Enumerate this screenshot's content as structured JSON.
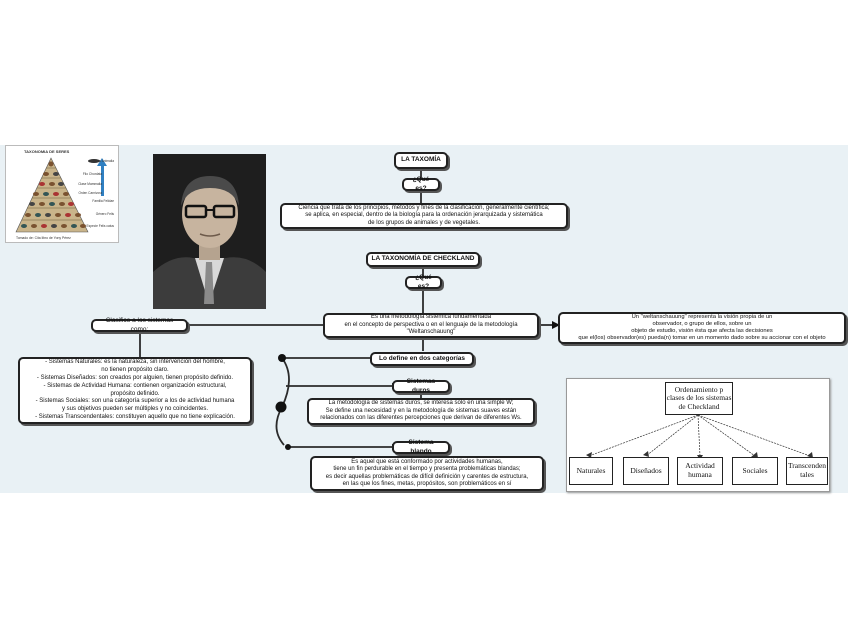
{
  "nodes": {
    "taxonomia": "LA TAXOMÍA",
    "que_es_1": "¿Qué es?",
    "definicion": "Ciencia que trata de los principios, métodos y fines de la clasificación, generalmente científica;\nse aplica, en especial, dentro de la biología para la ordenación jerarquizada y sistemática\nde los grupos de animales y de vegetales.",
    "taxonomia_checkland": "LA TAXONOMÍA DE CHECKLAND",
    "que_es_2": "¿Qué es?",
    "metodologia": "Es una metodología sistémica fundamentada\nen el concepto de perspectiva o en el lenguaje de la metodología\n\"Weltanschauung\"",
    "weltanschauung": "Un \"weltanschauung\" representa la visión propia de un\nobservador, o grupo de ellos, sobre un\nobjeto de estudio, visión ésta que afecta las decisiones\nque el(los) observador(es) pueda(n) tomar en un momento dado sobre su accionar con el objeto",
    "clasifico": "Clasifico a los sistemas como:",
    "sistemas_lista": "- Sistemas Naturales: es la naturaleza, sin intervención del hombre,\nno tienen propósito claro.\n- Sistemas Diseñados: son creados por alguien, tienen propósito definido.\n- Sistemas de Actividad Humana: contienen organización estructural,\npropósito definido.\n- Sistemas Sociales: son una categoría superior a los de actividad humana\ny sus objetivos pueden ser múltiples y no coincidentes.\n- Sistemas Transcendentales: constituyen aquello que no tiene explicación.",
    "categorias": "Lo define en dos categorías",
    "duros": "Sistemas duros",
    "duros_texto": "La metodología de sistemas duros, se interesa solo en una simple W;\nSe define una necesidad y en la metodología de sistemas suaves están\nrelacionados con las diferentes percepciones que derivan de diferentes Ws.",
    "blando": "Sistema blando",
    "blando_texto": "Es aquel que está conformado por actividades humanas,\ntiene un fin perdurable en el tiempo y presenta problemáticas blandas;\nes decir aquellas problemáticas de difícil definición y carentes de estructura,\nen las que los fines, metas, propósitos, son problemáticos en sí"
  },
  "pyramid_image": {
    "title": "TAXONOMIA DE SERES",
    "ranks": [
      "Reino Animalia",
      "Filo Chordata",
      "Clase Mammalia",
      "Orden Carnivora",
      "Familia Felidae",
      "Género Felis",
      "Especie Felis catus"
    ],
    "footer": "Tomado de:   Cita libro de Yony Pérez"
  },
  "classes_image": {
    "root": "Ordenamiento p\nclases de los sistemas\nde Checkland",
    "children": [
      "Naturales",
      "Diseñados",
      "Actividad\nhumana",
      "Sociales",
      "Transcenden\ntales"
    ]
  },
  "colors": {
    "background": "#e9f1f5",
    "node_border": "#222222",
    "connector": "#2b2b2b"
  }
}
